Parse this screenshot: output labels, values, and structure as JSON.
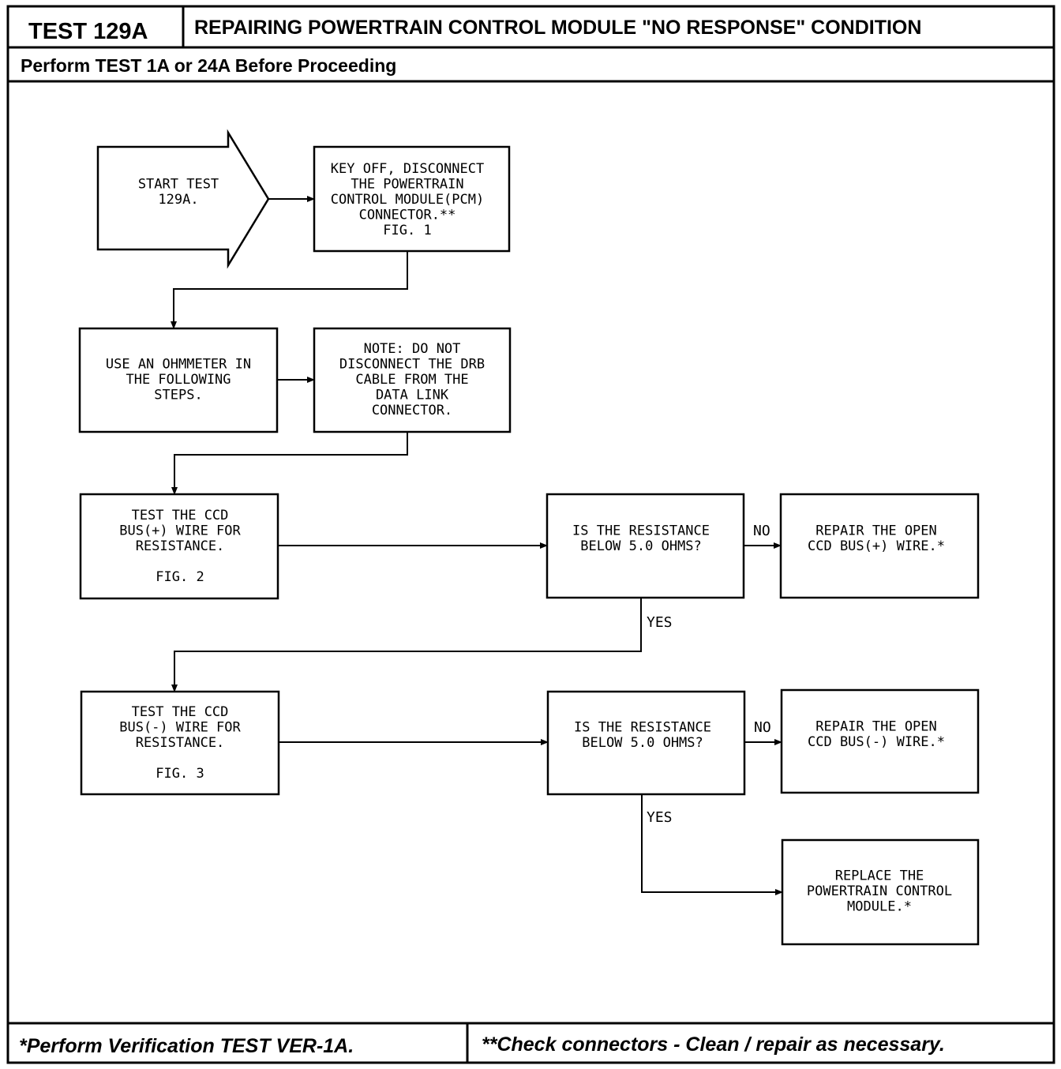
{
  "header": {
    "test_id": "TEST 129A",
    "title": "REPAIRING POWERTRAIN CONTROL MODULE \"NO RESPONSE\" CONDITION",
    "prerequisite": "Perform TEST 1A or 24A Before Proceeding"
  },
  "flow": {
    "start": [
      "START TEST",
      "129A."
    ],
    "step1": [
      "KEY OFF, DISCONNECT",
      "THE POWERTRAIN",
      "CONTROL MODULE(PCM)",
      "CONNECTOR.**",
      "FIG. 1"
    ],
    "step2": [
      "USE AN OHMMETER IN",
      "THE FOLLOWING",
      "STEPS."
    ],
    "note": [
      "NOTE: DO NOT",
      "DISCONNECT THE DRB",
      "CABLE FROM THE",
      "DATA LINK",
      "CONNECTOR."
    ],
    "test_plus": [
      "TEST THE CCD",
      "BUS(+) WIRE FOR",
      "RESISTANCE.",
      "",
      "FIG. 2"
    ],
    "question_plus": [
      "IS THE RESISTANCE",
      "BELOW 5.0 OHMS?"
    ],
    "repair_plus": [
      "REPAIR THE OPEN",
      "CCD BUS(+) WIRE.*"
    ],
    "test_minus": [
      "TEST THE CCD",
      "BUS(-) WIRE FOR",
      "RESISTANCE.",
      "",
      "FIG. 3"
    ],
    "question_minus": [
      "IS THE RESISTANCE",
      "BELOW 5.0 OHMS?"
    ],
    "repair_minus": [
      "REPAIR THE OPEN",
      "CCD BUS(-) WIRE.*"
    ],
    "replace": [
      "REPLACE THE",
      "POWERTRAIN CONTROL",
      "MODULE.*"
    ],
    "no_label": "NO",
    "yes_label": "YES"
  },
  "footer": {
    "left": "*Perform Verification TEST VER-1A.",
    "right": "**Check connectors - Clean / repair as necessary."
  }
}
